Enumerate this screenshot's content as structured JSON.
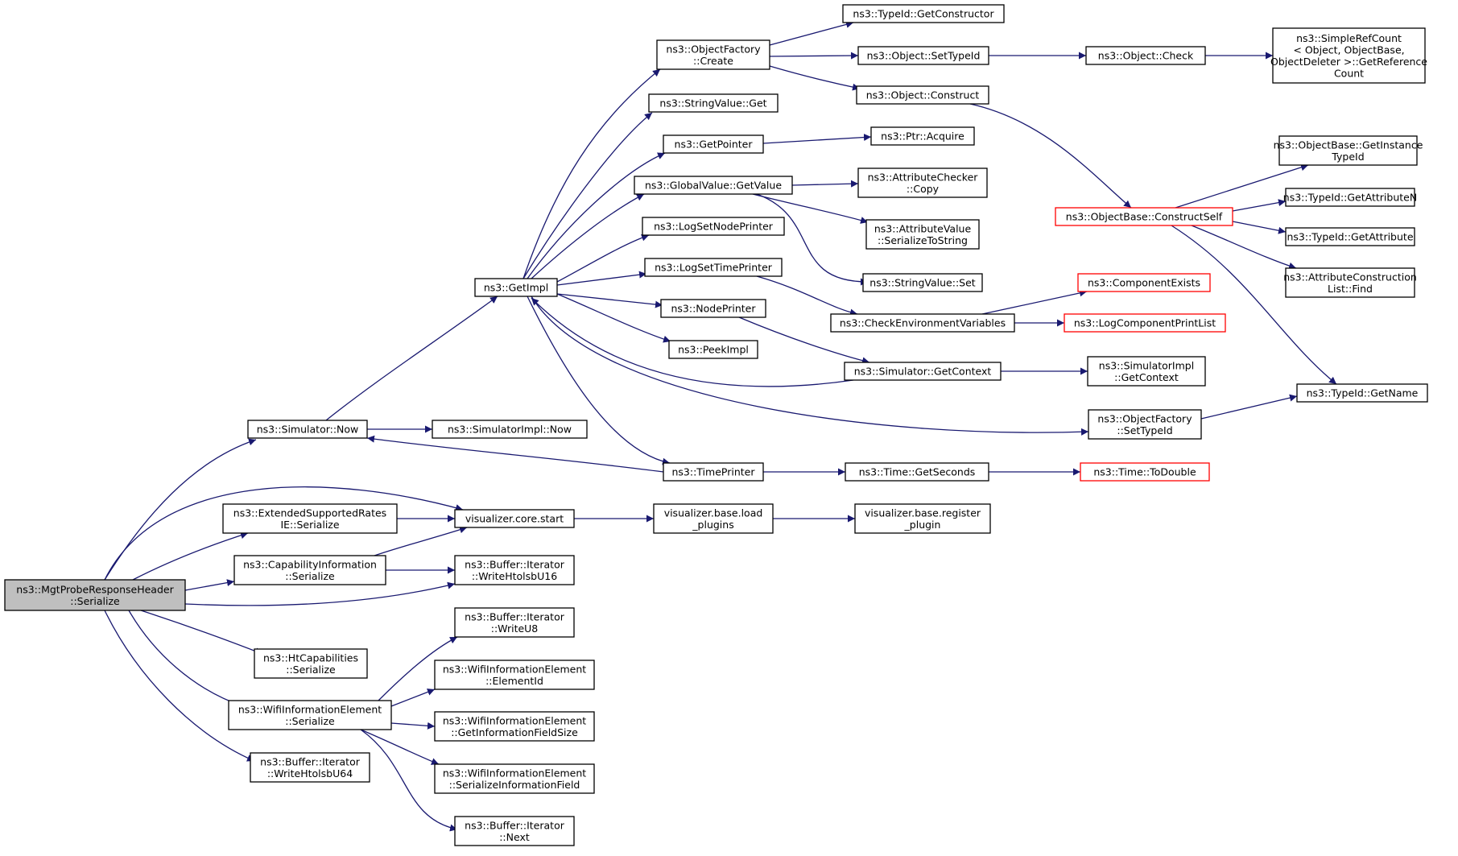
{
  "diagram": {
    "type": "call-graph",
    "colors": {
      "edge": "#191970",
      "node_border": "#000000",
      "truncated_border": "#ff0000",
      "root_fill": "#bfbfbf",
      "node_fill": "#ffffff"
    },
    "nodes": [
      {
        "id": "root",
        "lines": [
          "ns3::MgtProbeResponseHeader",
          "::Serialize"
        ],
        "root": true
      },
      {
        "id": "simnow",
        "lines": [
          "ns3::Simulator::Now"
        ]
      },
      {
        "id": "vizstart",
        "lines": [
          "visualizer.core.start"
        ]
      },
      {
        "id": "extsup",
        "lines": [
          "ns3::ExtendedSupportedRates",
          "IE::Serialize"
        ]
      },
      {
        "id": "capinfo",
        "lines": [
          "ns3::CapabilityInformation",
          "::Serialize"
        ]
      },
      {
        "id": "wrhtol16",
        "lines": [
          "ns3::Buffer::Iterator",
          "::WriteHtolsbU16"
        ]
      },
      {
        "id": "htcap",
        "lines": [
          "ns3::HtCapabilities",
          "::Serialize"
        ]
      },
      {
        "id": "wifiser",
        "lines": [
          "ns3::WifiInformationElement",
          "::Serialize"
        ]
      },
      {
        "id": "wrhtol64",
        "lines": [
          "ns3::Buffer::Iterator",
          "::WriteHtolsbU64"
        ]
      },
      {
        "id": "getimpl",
        "lines": [
          "ns3::GetImpl"
        ]
      },
      {
        "id": "simimplnow",
        "lines": [
          "ns3::SimulatorImpl::Now"
        ]
      },
      {
        "id": "vizload",
        "lines": [
          "visualizer.base.load",
          "_plugins"
        ]
      },
      {
        "id": "vizreg",
        "lines": [
          "visualizer.base.register",
          "_plugin"
        ]
      },
      {
        "id": "wru8",
        "lines": [
          "ns3::Buffer::Iterator",
          "::WriteU8"
        ]
      },
      {
        "id": "elemid",
        "lines": [
          "ns3::WifiInformationElement",
          "::ElementId"
        ]
      },
      {
        "id": "getinfosize",
        "lines": [
          "ns3::WifiInformationElement",
          "::GetInformationFieldSize"
        ]
      },
      {
        "id": "serinfo",
        "lines": [
          "ns3::WifiInformationElement",
          "::SerializeInformationField"
        ]
      },
      {
        "id": "bufnext",
        "lines": [
          "ns3::Buffer::Iterator",
          "::Next"
        ]
      },
      {
        "id": "objfcreate",
        "lines": [
          "ns3::ObjectFactory",
          "::Create"
        ]
      },
      {
        "id": "strvalget",
        "lines": [
          "ns3::StringValue::Get"
        ]
      },
      {
        "id": "getpointer",
        "lines": [
          "ns3::GetPointer"
        ]
      },
      {
        "id": "gvgetvalue",
        "lines": [
          "ns3::GlobalValue::GetValue"
        ]
      },
      {
        "id": "lognode",
        "lines": [
          "ns3::LogSetNodePrinter"
        ]
      },
      {
        "id": "logtime",
        "lines": [
          "ns3::LogSetTimePrinter"
        ]
      },
      {
        "id": "nodeprinter",
        "lines": [
          "ns3::NodePrinter"
        ]
      },
      {
        "id": "peekimpl",
        "lines": [
          "ns3::PeekImpl"
        ]
      },
      {
        "id": "timeprinter",
        "lines": [
          "ns3::TimePrinter"
        ]
      },
      {
        "id": "tidgetctor",
        "lines": [
          "ns3::TypeId::GetConstructor"
        ]
      },
      {
        "id": "objsettid",
        "lines": [
          "ns3::Object::SetTypeId"
        ]
      },
      {
        "id": "objconstruct",
        "lines": [
          "ns3::Object::Construct"
        ]
      },
      {
        "id": "ptracquire",
        "lines": [
          "ns3::Ptr::Acquire"
        ]
      },
      {
        "id": "attrcheckcopy",
        "lines": [
          "ns3::AttributeChecker",
          "::Copy"
        ]
      },
      {
        "id": "attrvalser",
        "lines": [
          "ns3::AttributeValue",
          "::SerializeToString"
        ]
      },
      {
        "id": "strvalset",
        "lines": [
          "ns3::StringValue::Set"
        ]
      },
      {
        "id": "checkenv",
        "lines": [
          "ns3::CheckEnvironmentVariables"
        ]
      },
      {
        "id": "simgetctx",
        "lines": [
          "ns3::Simulator::GetContext"
        ]
      },
      {
        "id": "timegetsec",
        "lines": [
          "ns3::Time::GetSeconds"
        ]
      },
      {
        "id": "objcheck",
        "lines": [
          "ns3::Object::Check"
        ]
      },
      {
        "id": "simplerefcount",
        "lines": [
          "ns3::SimpleRefCount",
          "< Object, ObjectBase,",
          "ObjectDeleter >::GetReference",
          "Count"
        ]
      },
      {
        "id": "objbasector",
        "lines": [
          "ns3::ObjectBase::ConstructSelf"
        ],
        "truncated": true
      },
      {
        "id": "compexists",
        "lines": [
          "ns3::ComponentExists"
        ],
        "truncated": true
      },
      {
        "id": "logcompprint",
        "lines": [
          "ns3::LogComponentPrintList"
        ],
        "truncated": true
      },
      {
        "id": "simimplgetctx",
        "lines": [
          "ns3::SimulatorImpl",
          "::GetContext"
        ]
      },
      {
        "id": "objfsettid",
        "lines": [
          "ns3::ObjectFactory",
          "::SetTypeId"
        ]
      },
      {
        "id": "timetodouble",
        "lines": [
          "ns3::Time::ToDouble"
        ],
        "truncated": true
      },
      {
        "id": "objbasegetinst",
        "lines": [
          "ns3::ObjectBase::GetInstance",
          "TypeId"
        ]
      },
      {
        "id": "tidgetattrn",
        "lines": [
          "ns3::TypeId::GetAttributeN"
        ]
      },
      {
        "id": "tidgetattr",
        "lines": [
          "ns3::TypeId::GetAttribute"
        ]
      },
      {
        "id": "attrconstrfind",
        "lines": [
          "ns3::AttributeConstruction",
          "List::Find"
        ]
      },
      {
        "id": "tidgetname",
        "lines": [
          "ns3::TypeId::GetName"
        ]
      }
    ],
    "edges": [
      {
        "from": "root",
        "to": "simnow"
      },
      {
        "from": "root",
        "to": "vizstart"
      },
      {
        "from": "root",
        "to": "extsup"
      },
      {
        "from": "root",
        "to": "capinfo"
      },
      {
        "from": "root",
        "to": "wrhtol16"
      },
      {
        "from": "root",
        "to": "htcap"
      },
      {
        "from": "root",
        "to": "wifiser"
      },
      {
        "from": "root",
        "to": "wrhtol64"
      },
      {
        "from": "simnow",
        "to": "getimpl"
      },
      {
        "from": "simnow",
        "to": "simimplnow"
      },
      {
        "from": "extsup",
        "to": "vizstart"
      },
      {
        "from": "capinfo",
        "to": "vizstart"
      },
      {
        "from": "capinfo",
        "to": "wrhtol16"
      },
      {
        "from": "vizstart",
        "to": "vizload"
      },
      {
        "from": "vizload",
        "to": "vizreg"
      },
      {
        "from": "wifiser",
        "to": "wru8"
      },
      {
        "from": "wifiser",
        "to": "elemid"
      },
      {
        "from": "wifiser",
        "to": "getinfosize"
      },
      {
        "from": "wifiser",
        "to": "serinfo"
      },
      {
        "from": "wifiser",
        "to": "bufnext"
      },
      {
        "from": "getimpl",
        "to": "objfcreate"
      },
      {
        "from": "getimpl",
        "to": "strvalget"
      },
      {
        "from": "getimpl",
        "to": "getpointer"
      },
      {
        "from": "getimpl",
        "to": "gvgetvalue"
      },
      {
        "from": "getimpl",
        "to": "lognode"
      },
      {
        "from": "getimpl",
        "to": "logtime"
      },
      {
        "from": "getimpl",
        "to": "nodeprinter"
      },
      {
        "from": "getimpl",
        "to": "peekimpl"
      },
      {
        "from": "getimpl",
        "to": "timeprinter"
      },
      {
        "from": "getimpl",
        "to": "objfsettid"
      },
      {
        "from": "simgetctx",
        "to": "getimpl"
      },
      {
        "from": "timeprinter",
        "to": "simnow"
      },
      {
        "from": "objfcreate",
        "to": "tidgetctor"
      },
      {
        "from": "objfcreate",
        "to": "objsettid"
      },
      {
        "from": "objfcreate",
        "to": "objconstruct"
      },
      {
        "from": "getpointer",
        "to": "ptracquire"
      },
      {
        "from": "gvgetvalue",
        "to": "attrcheckcopy"
      },
      {
        "from": "gvgetvalue",
        "to": "attrvalser"
      },
      {
        "from": "gvgetvalue",
        "to": "strvalset"
      },
      {
        "from": "logtime",
        "to": "checkenv"
      },
      {
        "from": "nodeprinter",
        "to": "simgetctx"
      },
      {
        "from": "timeprinter",
        "to": "timegetsec"
      },
      {
        "from": "objsettid",
        "to": "objcheck"
      },
      {
        "from": "objcheck",
        "to": "simplerefcount"
      },
      {
        "from": "objconstruct",
        "to": "objbasector"
      },
      {
        "from": "checkenv",
        "to": "compexists"
      },
      {
        "from": "checkenv",
        "to": "logcompprint"
      },
      {
        "from": "simgetctx",
        "to": "simimplgetctx"
      },
      {
        "from": "timegetsec",
        "to": "timetodouble"
      },
      {
        "from": "objbasector",
        "to": "objbasegetinst"
      },
      {
        "from": "objbasector",
        "to": "tidgetattrn"
      },
      {
        "from": "objbasector",
        "to": "tidgetattr"
      },
      {
        "from": "objbasector",
        "to": "attrconstrfind"
      },
      {
        "from": "objbasector",
        "to": "tidgetname"
      },
      {
        "from": "objfsettid",
        "to": "tidgetname"
      }
    ]
  }
}
